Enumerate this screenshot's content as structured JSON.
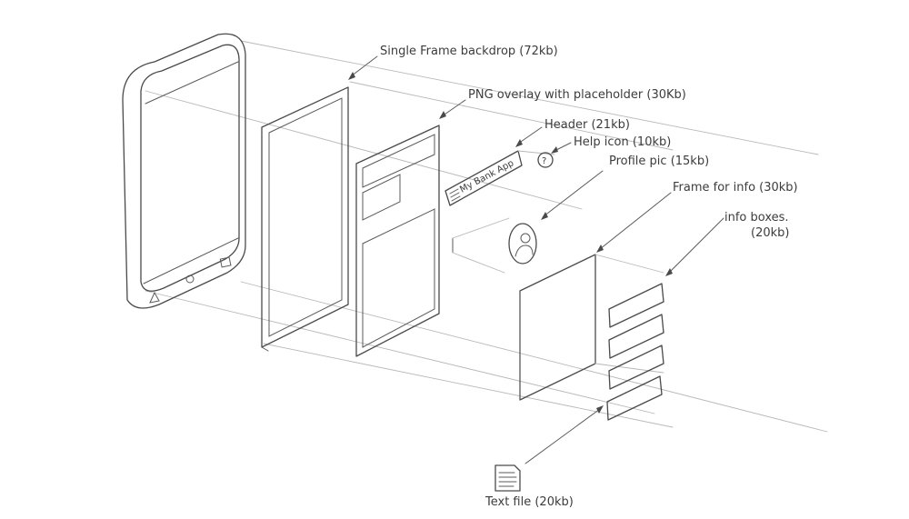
{
  "labels": {
    "backdrop": "Single Frame backdrop (72kb)",
    "overlay": "PNG overlay with placeholder (30Kb)",
    "header": "Header (21kb)",
    "help_icon": "Help icon (10kb)",
    "profile_pic": "Profile pic (15kb)",
    "frame_info": "Frame for info (30kb)",
    "info_boxes_line1": "info boxes.",
    "info_boxes_line2": "(20kb)",
    "text_file": "Text file (20kb)",
    "header_app_name": "My Bank App",
    "help_glyph": "?"
  },
  "colors": {
    "ink": "#4a4a4a",
    "paper": "#ffffff"
  }
}
